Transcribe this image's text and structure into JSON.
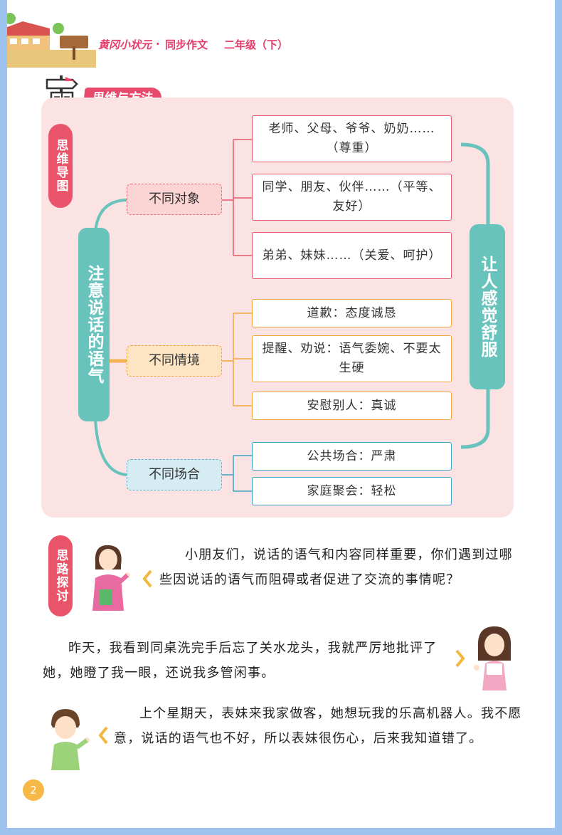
{
  "header": {
    "brand": "黄冈小状元",
    "dot": "·",
    "series": "同步作文",
    "grade": "二年级（下）"
  },
  "section": {
    "title": "思维与方法"
  },
  "mindmap": {
    "tag": "思维导图",
    "center": "注意说话的语气",
    "conclusion": "让人感觉舒服",
    "categories": [
      {
        "label": "不同对象",
        "items": [
          "老师、父母、爷爷、奶奶……（尊重）",
          "同学、朋友、伙伴……（平等、友好）",
          "弟弟、妹妹……（关爱、呵护）"
        ]
      },
      {
        "label": "不同情境",
        "items": [
          "道歉：态度诚恳",
          "提醒、劝说：语气委婉、不要太生硬",
          "安慰别人：真诚"
        ]
      },
      {
        "label": "不同场合",
        "items": [
          "公共场合：严肃",
          "家庭聚会：轻松"
        ]
      }
    ]
  },
  "discussion": {
    "tag": "思路探讨",
    "teacher_text": "小朋友们，说话的语气和内容同样重要，你们遇到过哪些因说话的语气而阻碍或者促进了交流的事情呢？",
    "girl_text": "昨天，我看到同桌洗完手后忘了关水龙头，我就严厉地批评了她，她瞪了我一眼，还说我多管闲事。",
    "boy_text": "上个星期天，表妹来我家做客，她想玩我的乐高机器人。我不愿意，说话的语气也不好，所以表妹很伤心，后来我知道错了。"
  },
  "page_number": "2",
  "colors": {
    "accent_pink": "#e84a6c",
    "teal": "#69c3bd",
    "panel_bg": "#fbe2e3",
    "page_border": "#9ec2ee"
  }
}
